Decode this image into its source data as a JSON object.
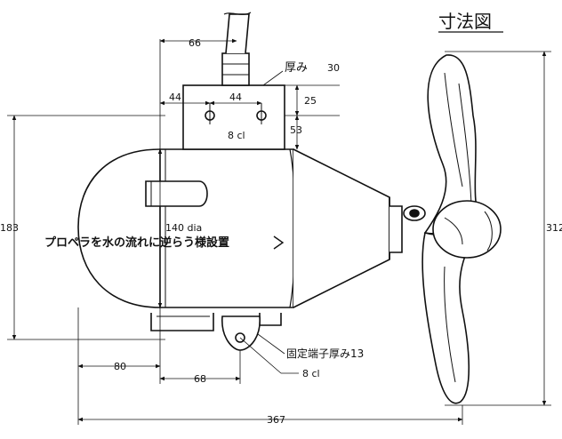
{
  "title": "寸法図",
  "flow_note": "プロペラを水の流れに逆らう様設置",
  "flange": {
    "thickness_label": "厚み",
    "thickness_value": "30"
  },
  "terminal_note": "固定端子厚み13",
  "dimensions": {
    "shaft_offset": "66",
    "flange_left": "44",
    "flange_center": "44",
    "flange_height": "25",
    "flange_to_body": "53",
    "hole_count_top": "8 cl",
    "body_diameter": "140 dia",
    "overall_height": "183",
    "prop_diameter": "312",
    "nose_length": "80",
    "terminal_offset": "68",
    "hole_count_bottom": "8 cl",
    "overall_length": "367"
  },
  "colors": {
    "line": "#111111",
    "background": "#ffffff"
  }
}
